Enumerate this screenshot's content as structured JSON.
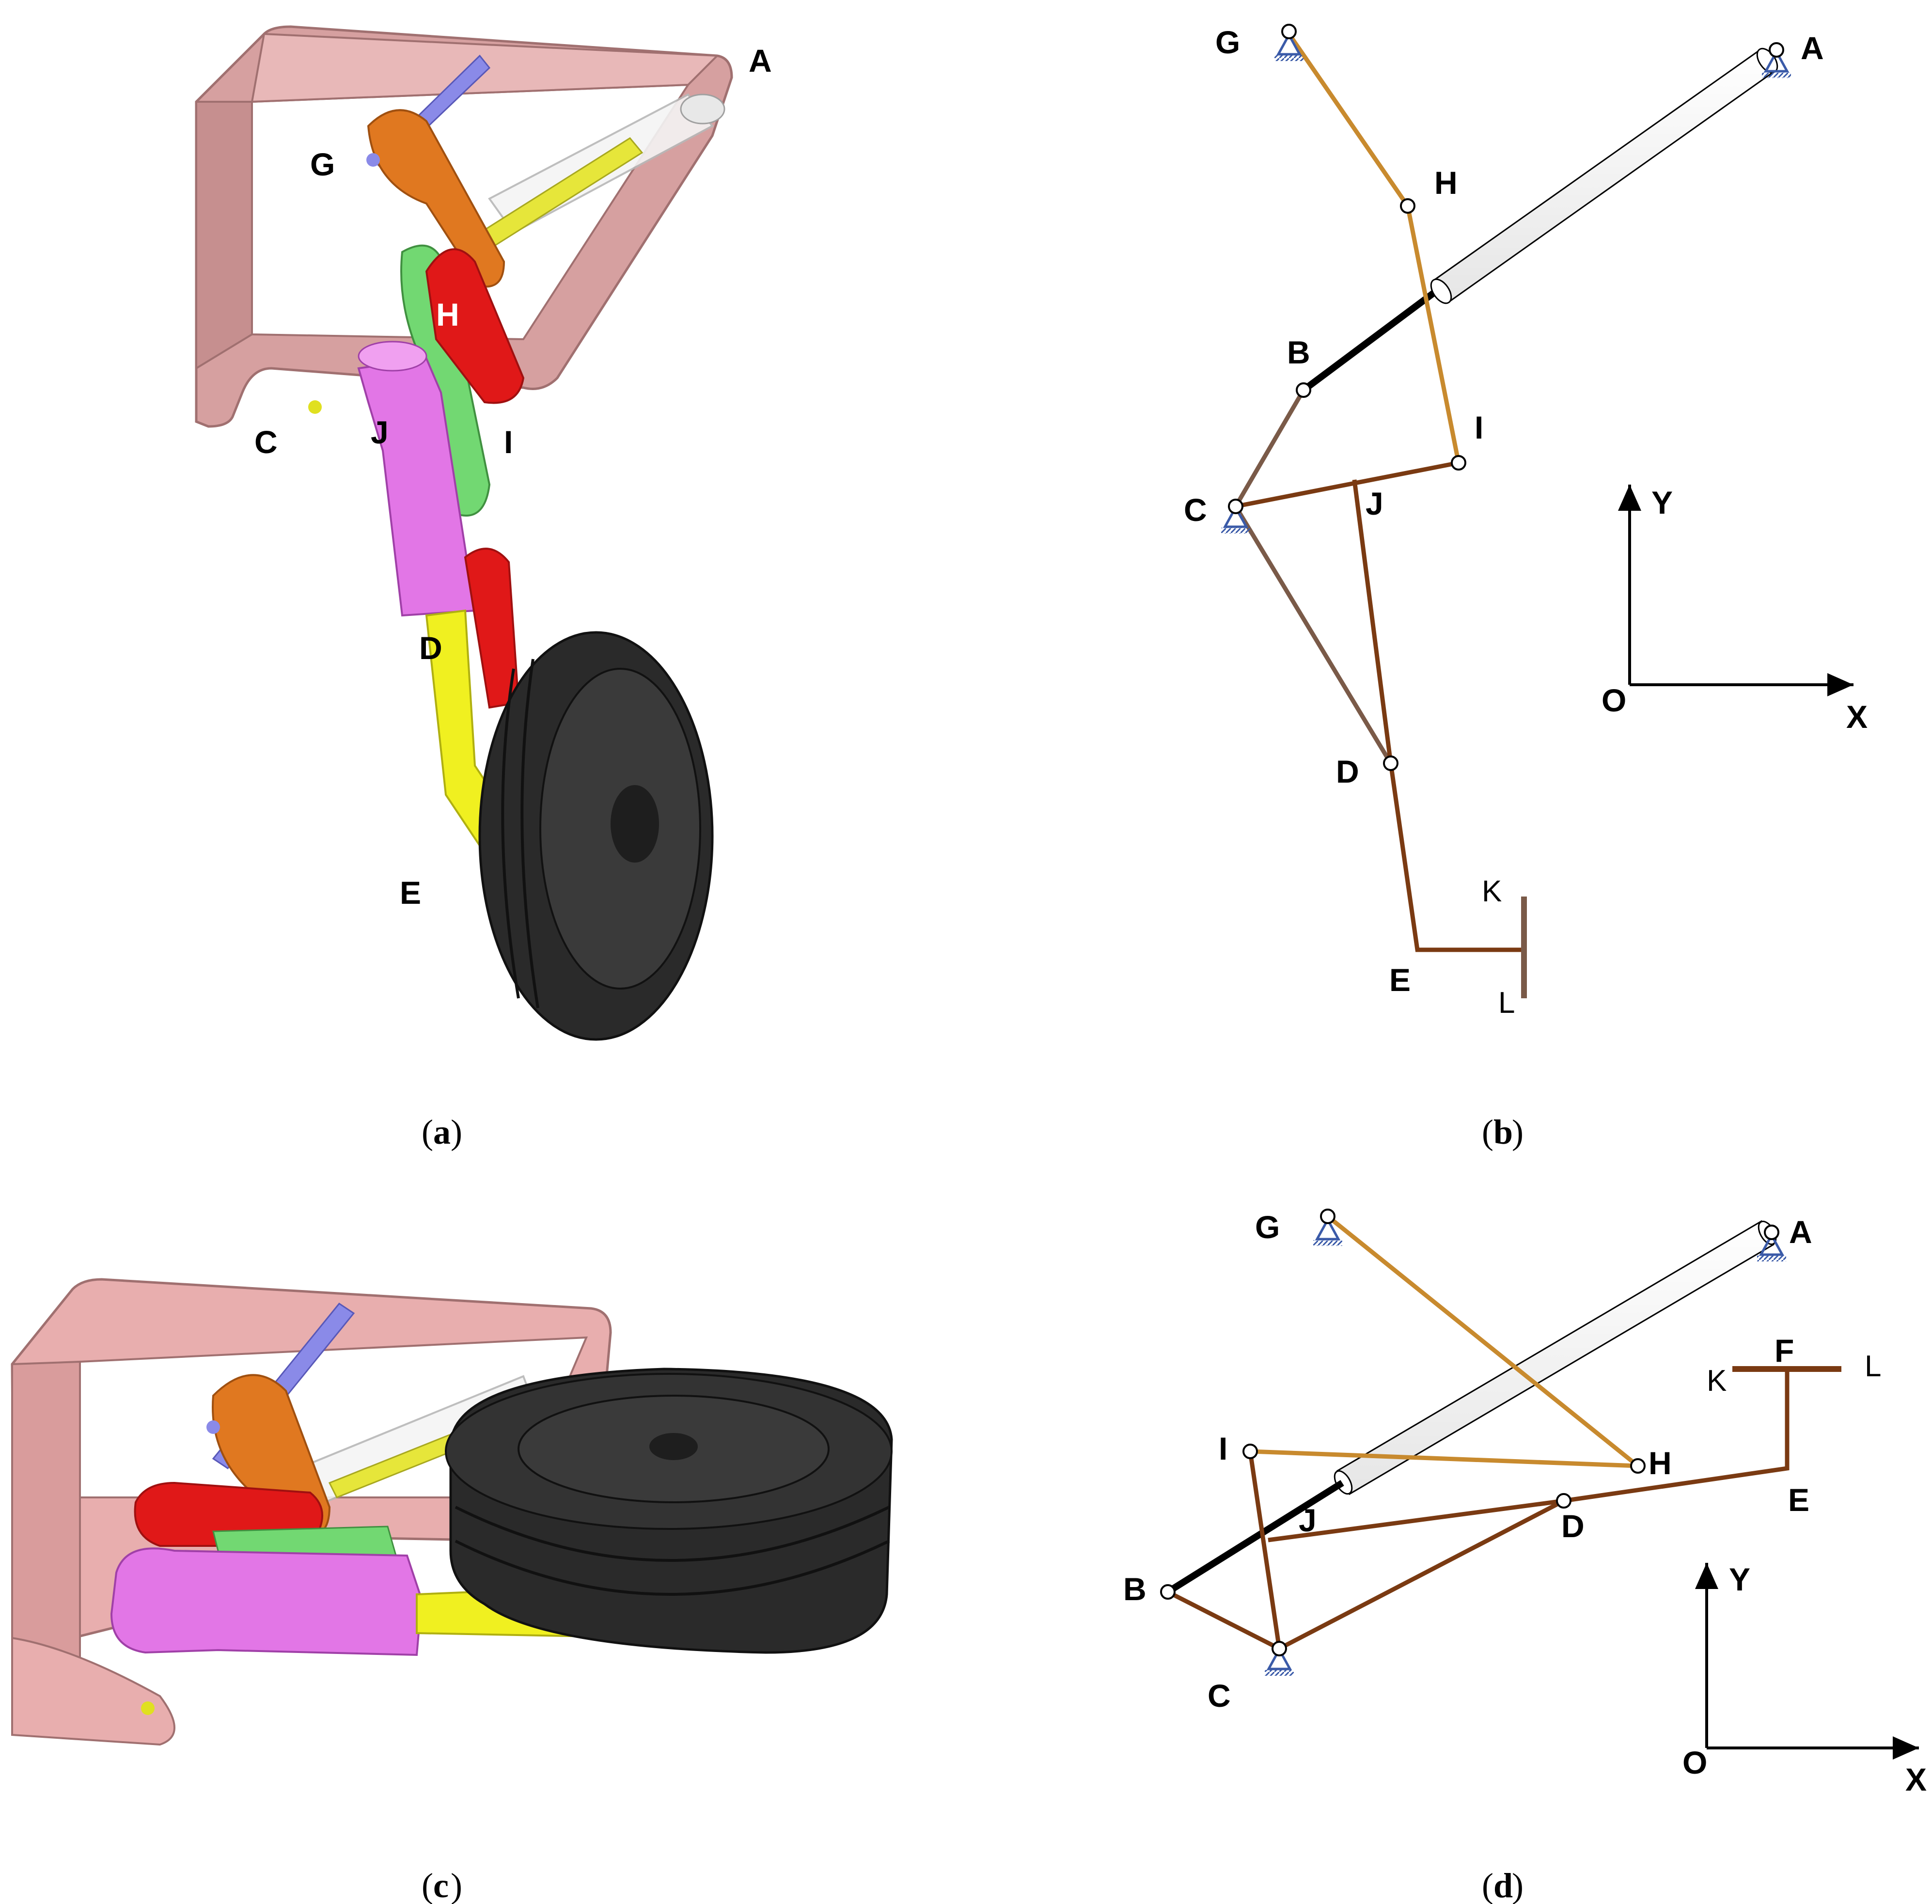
{
  "panels": {
    "a": {
      "caption_letter": "a",
      "labels": {
        "A": "A",
        "G": "G",
        "H": "H",
        "C": "C",
        "J": "J",
        "I": "I",
        "D": "D",
        "E": "E"
      }
    },
    "b": {
      "caption_letter": "b",
      "labels": {
        "G": "G",
        "A": "A",
        "H": "H",
        "B": "B",
        "I": "I",
        "C": "C",
        "J": "J",
        "D": "D",
        "E": "E",
        "K": "K",
        "L": "L"
      },
      "axes": {
        "x": "X",
        "y": "Y",
        "origin": "O"
      }
    },
    "c": {
      "caption_letter": "c"
    },
    "d": {
      "caption_letter": "d",
      "labels": {
        "G": "G",
        "A": "A",
        "F": "F",
        "K": "K",
        "L": "L",
        "I": "I",
        "H": "H",
        "J": "J",
        "D": "D",
        "E": "E",
        "B": "B",
        "C": "C"
      },
      "axes": {
        "x": "X",
        "y": "Y",
        "origin": "O"
      }
    }
  },
  "colors": {
    "bracket": "#d9a3a3",
    "link_orange": "#e07820",
    "link_red": "#e01818",
    "strut_pink": "#e276e6",
    "piston_yellow": "#f0f020",
    "arm_green": "#70d870",
    "pin_blue": "#8a8ae8",
    "tire": "#2a2a2a",
    "link_gold": "#c88a2e",
    "link_brown": "#7a3a12",
    "link_brown_light": "#7a5a48",
    "rod_black": "#000000",
    "support_blue": "#3a5aa8"
  }
}
